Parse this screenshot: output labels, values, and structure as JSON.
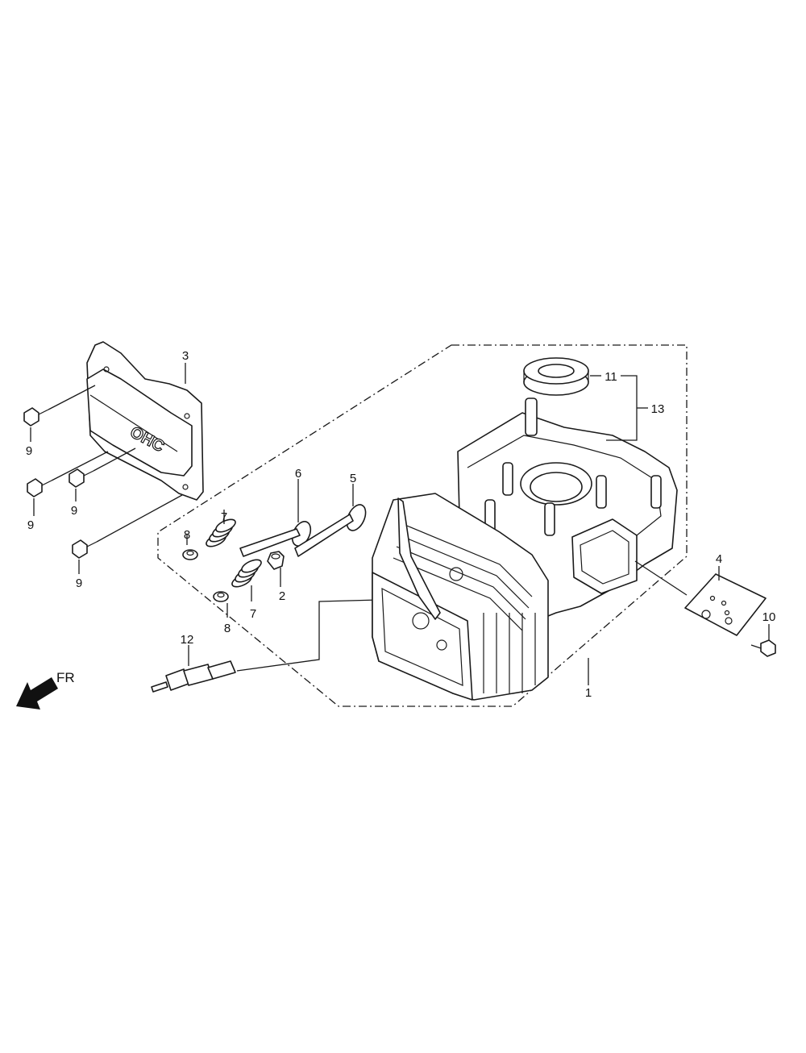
{
  "diagram": {
    "callouts": {
      "c1": "1",
      "c2": "2",
      "c3": "3",
      "c4": "4",
      "c5": "5",
      "c6": "6",
      "c7a": "7",
      "c7b": "7",
      "c8a": "8",
      "c8b": "8",
      "c9a": "9",
      "c9b": "9",
      "c9c": "9",
      "c9d": "9",
      "c10": "10",
      "c11": "11",
      "c12": "12",
      "c13": "13"
    },
    "direction_label": "FR",
    "cover_logo": "OHC"
  }
}
